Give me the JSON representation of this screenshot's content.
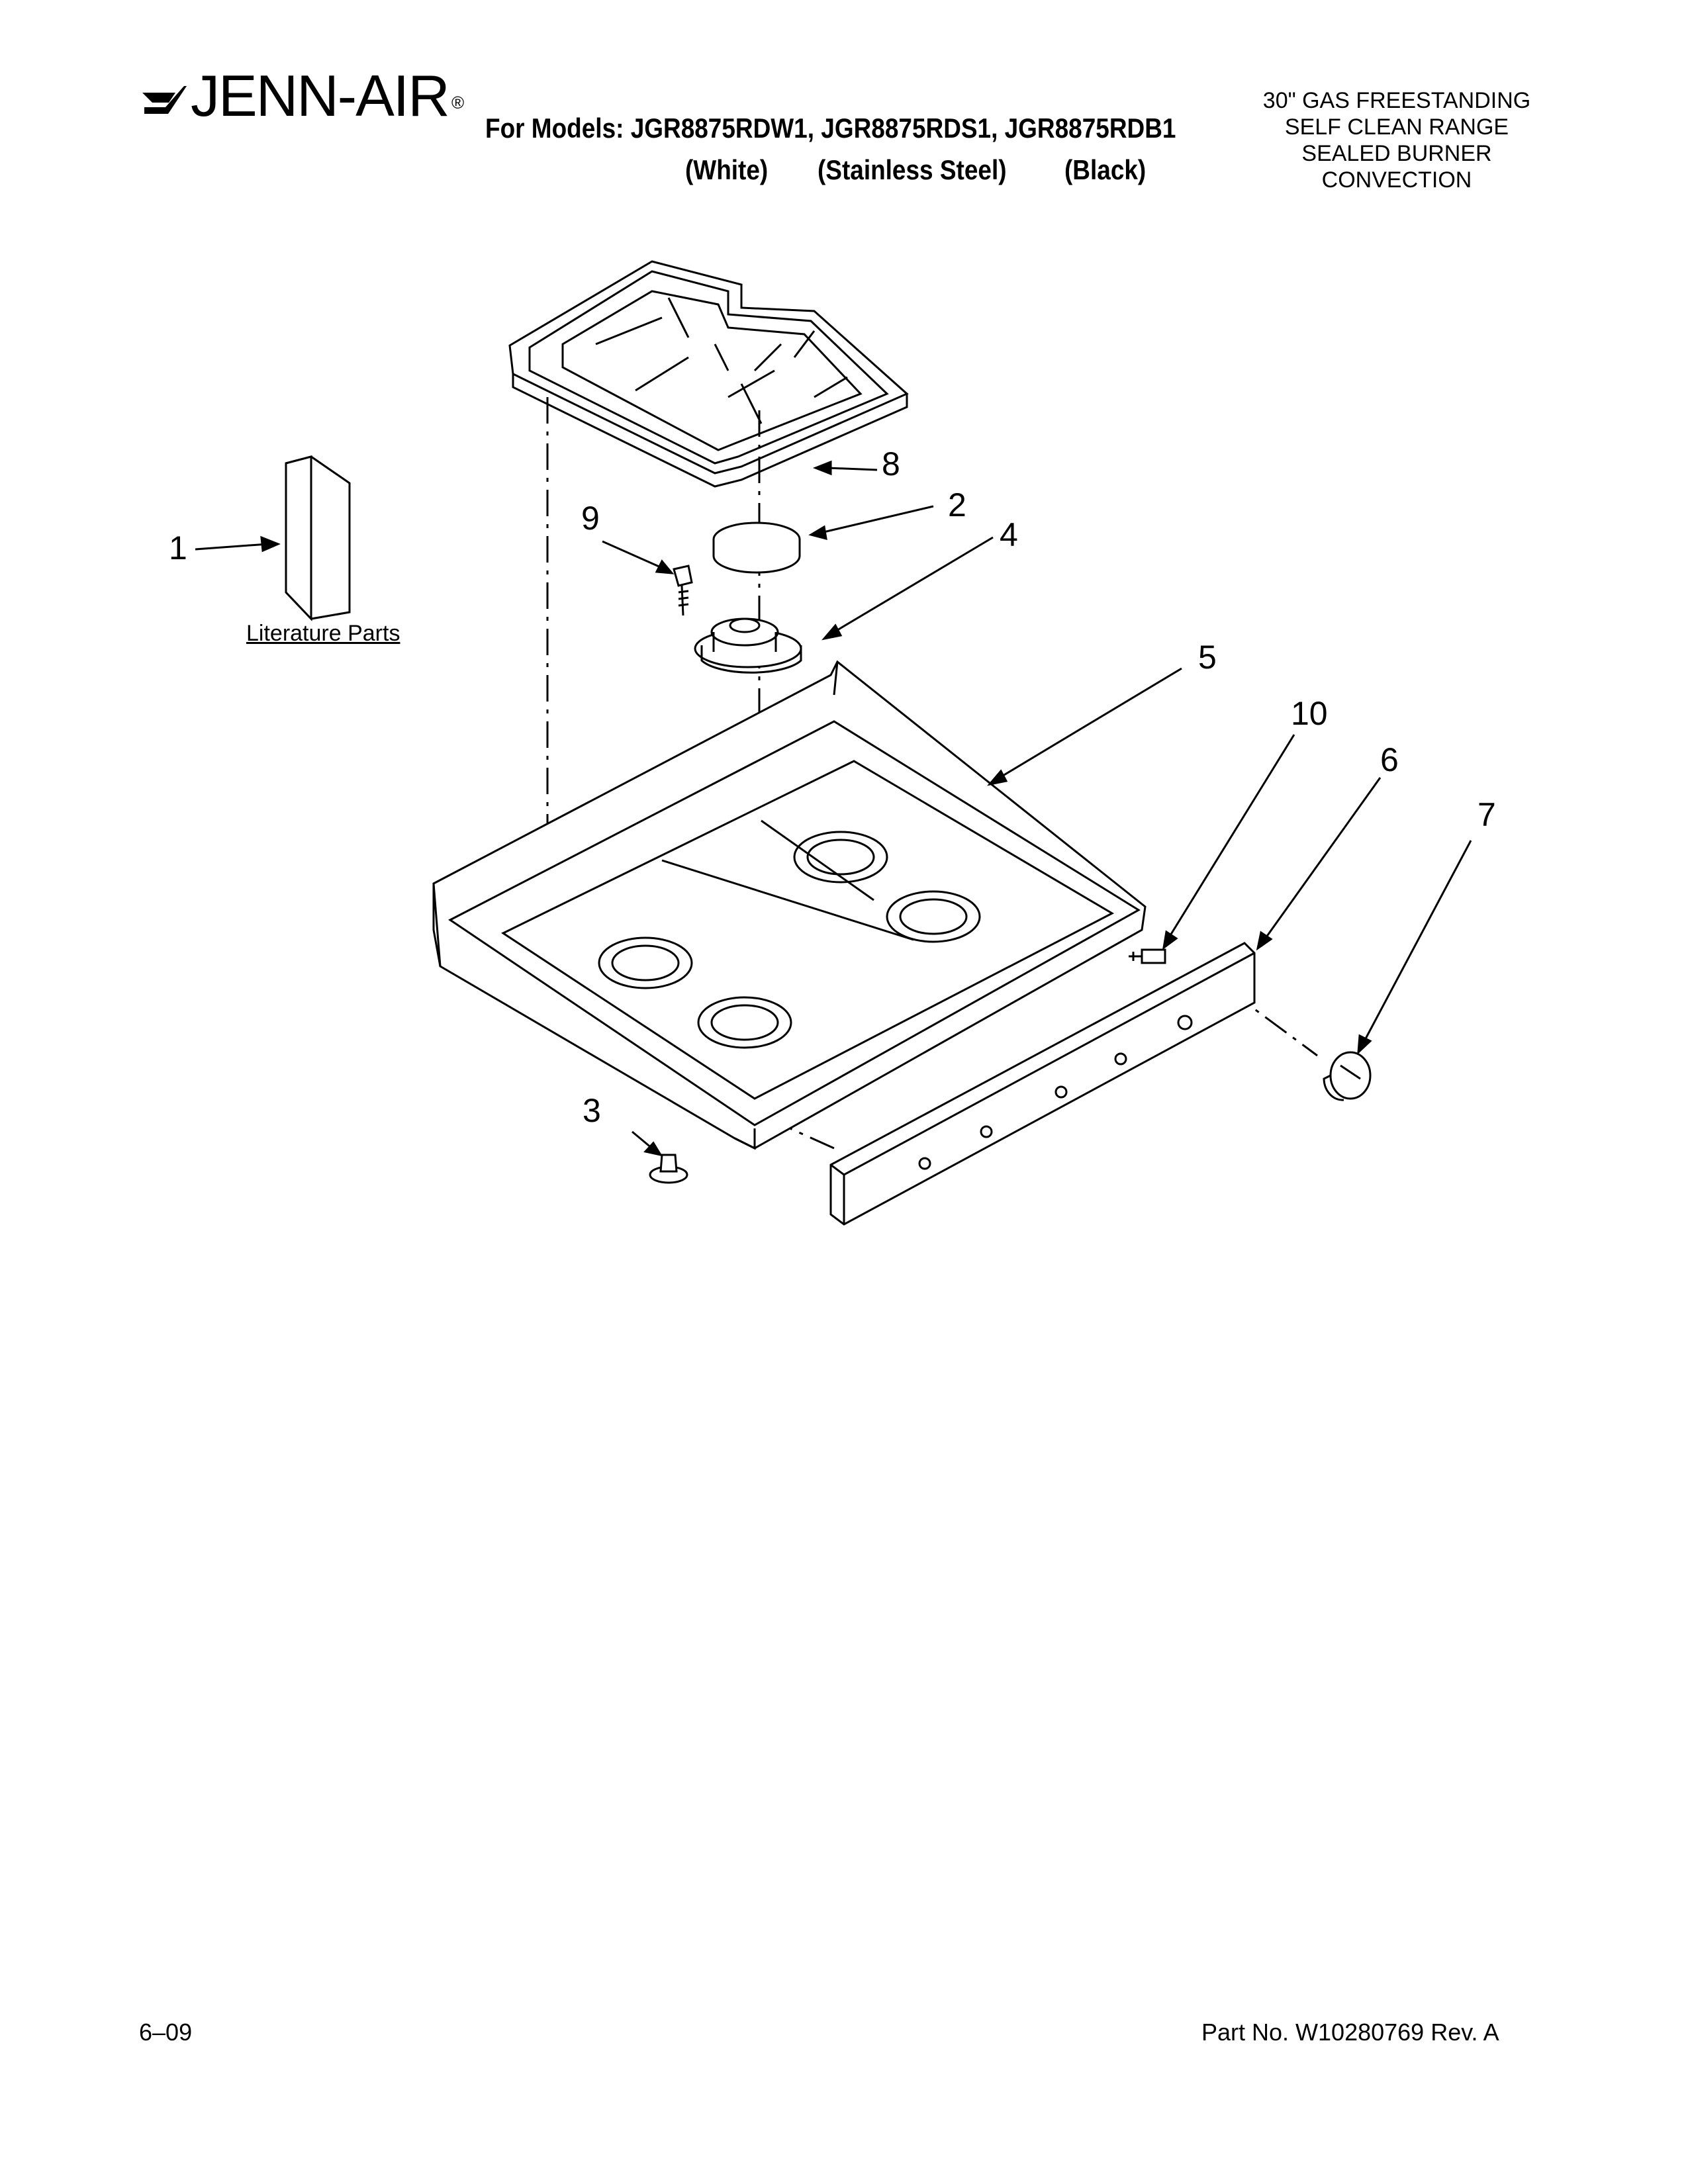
{
  "header": {
    "brand": "JENN-AIR",
    "brand_mark": "®",
    "models_line": "For Models: JGR8875RDW1, JGR8875RDS1, JGR8875RDB1",
    "variants": [
      "(White)",
      "(Stainless Steel)",
      "(Black)"
    ],
    "description": [
      "30\" GAS FREESTANDING",
      "SELF CLEAN RANGE",
      "SEALED BURNER",
      "CONVECTION"
    ]
  },
  "diagram": {
    "literature_label": "Literature Parts",
    "callouts": [
      "1",
      "2",
      "3",
      "4",
      "5",
      "6",
      "7",
      "8",
      "9",
      "10"
    ]
  },
  "footer": {
    "date": "6–09",
    "part_number": "Part No. W10280769 Rev. A"
  },
  "colors": {
    "ink": "#000000",
    "background": "#ffffff",
    "shade": "#dcdcdc"
  }
}
